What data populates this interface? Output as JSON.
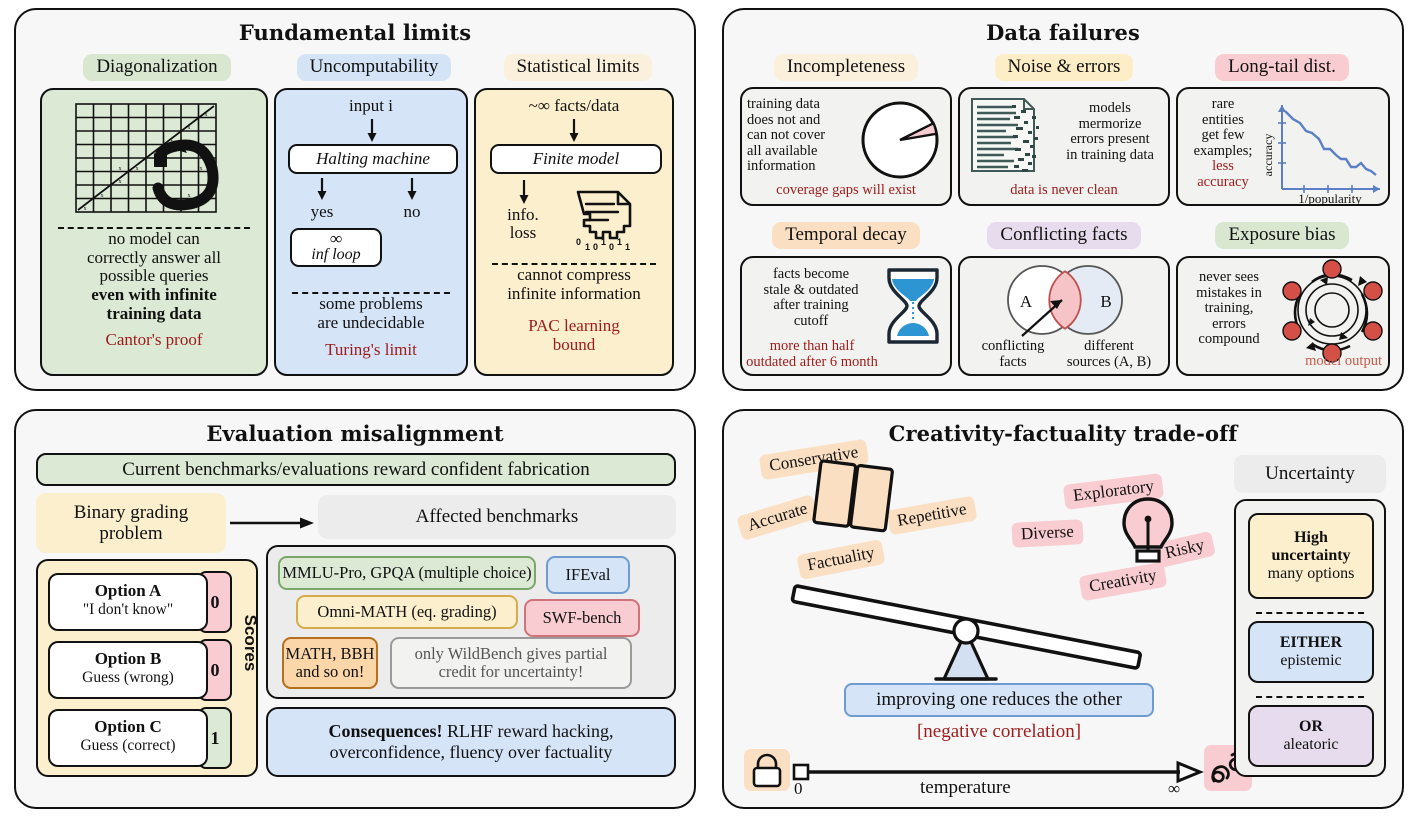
{
  "panels": {
    "fundamental": {
      "title": "Fundamental limits",
      "columns": [
        {
          "label": "Diagonalization",
          "icon": "cantor-diagonal-grid-icon",
          "body": [
            "no model can",
            "correctly answer all",
            "possible queries"
          ],
          "bold": [
            "even with infinite",
            "training data"
          ],
          "note": "Cantor's proof"
        },
        {
          "label": "Uncomputability",
          "input": "input i",
          "machine": "Halting machine",
          "yes": "yes",
          "no": "no",
          "loop_symbol": "∞",
          "loop": "inf loop",
          "body": [
            "some problems",
            "are undecidable"
          ],
          "note": "Turing's limit"
        },
        {
          "label": "Statistical limits",
          "input": "~∞ facts/data",
          "machine": "Finite model",
          "loss1": "info.",
          "loss2": "loss",
          "icon": "binary-document-icon",
          "body": [
            "cannot compress",
            "infinite information"
          ],
          "note": [
            "PAC learning",
            "bound"
          ]
        }
      ]
    },
    "data_failures": {
      "title": "Data failures",
      "cells": [
        {
          "label": "Incompleteness",
          "label_color": "cream",
          "icon": "pie-chart-icon",
          "body": [
            "training data",
            "does not and",
            "can not cover",
            "all available",
            "information"
          ],
          "note": "coverage gaps will exist"
        },
        {
          "label": "Noise & errors",
          "label_color": "yellow",
          "icon": "noisy-document-icon",
          "body": [
            "models",
            "mermorize",
            "errors present",
            "in training data"
          ],
          "note": "data is never clean"
        },
        {
          "label": "Long-tail dist.",
          "label_color": "pink",
          "icon": "long-tail-line-chart-icon",
          "body": [
            "rare",
            "entities",
            "get few",
            "examples;"
          ],
          "note": [
            "less",
            "accuracy"
          ],
          "chart_ylabel": "accuracy",
          "chart_xlabel": "1/popularity"
        },
        {
          "label": "Temporal decay",
          "label_color": "orange",
          "icon": "hourglass-icon",
          "body": [
            "facts become",
            "stale & outdated",
            "after training",
            "cutoff"
          ],
          "note": [
            "more than half",
            "outdated after 6 month"
          ]
        },
        {
          "label": "Conflicting facts",
          "label_color": "purple",
          "icon": "venn-diagram-icon",
          "set_a": "A",
          "set_b": "B",
          "caption_left": [
            "conflicting",
            "facts"
          ],
          "caption_right": [
            "different",
            "sources (A, B)"
          ]
        },
        {
          "label": "Exposure bias",
          "label_color": "green",
          "icon": "feedback-loop-icon",
          "body": [
            "never sees",
            "mistakes in",
            "training,",
            "errors",
            "compound"
          ],
          "note": "model output"
        }
      ]
    },
    "evaluation": {
      "title": "Evaluation misalignment",
      "banner": "Current benchmarks/evaluations reward confident fabrication",
      "binary_box": [
        "Binary grading",
        "problem"
      ],
      "affected_header": "Affected benchmarks",
      "scores_label": "Scores",
      "options": [
        {
          "name": "Option A",
          "sub": "\"I don't know\"",
          "score": "0",
          "score_color": "pink"
        },
        {
          "name": "Option B",
          "sub": "Guess (wrong)",
          "score": "0",
          "score_color": "pink"
        },
        {
          "name": "Option C",
          "sub": "Guess (correct)",
          "score": "1",
          "score_color": "green"
        }
      ],
      "benchmarks": [
        {
          "text": "MMLU-Pro, GPQA (multiple choice)",
          "color": "green"
        },
        {
          "text": "IFEval",
          "color": "blue"
        },
        {
          "text": "Omni-MATH (eq. grading)",
          "color": "yellow"
        },
        {
          "text": "SWF-bench",
          "color": "pink"
        },
        {
          "text": "MATH, BBH and so on!",
          "color": "orange"
        },
        {
          "text": "only WildBench gives partial credit for uncertainty!",
          "color": "grey"
        }
      ],
      "consequences_bold": "Consequences!",
      "consequences_rest": " RLHF reward hacking,",
      "consequences_line2": "overconfidence, fluency over factuality"
    },
    "creativity": {
      "title": "Creativity-factuality trade-off",
      "left_tags": [
        "Conservative",
        "Accurate",
        "Repetitive",
        "Factuality"
      ],
      "right_tags": [
        "Exploratory",
        "Diverse",
        "Risky",
        "Creativity"
      ],
      "book_icon": "open-book-icon",
      "bulb_icon": "lightbulb-icon",
      "seesaw_icon": "seesaw-balance-icon",
      "statement": "improving one reduces the other",
      "correlation": "[negative correlation]",
      "axis": {
        "lock_icon": "lock-icon",
        "snake_icon": "snake-icon",
        "min": "0",
        "max": "∞",
        "label": "temperature"
      },
      "uncertainty": {
        "label": "Uncertainty",
        "items": [
          {
            "bold": [
              "High",
              "uncertainty"
            ],
            "sub": "many options",
            "color": "yellow"
          },
          {
            "bold": [
              "EITHER"
            ],
            "sub": "epistemic",
            "color": "blue"
          },
          {
            "bold": [
              "OR"
            ],
            "sub": "aleatoric",
            "color": "purple"
          }
        ]
      }
    }
  },
  "colors": {
    "green": "#dce9d4",
    "blue": "#d6e4f7",
    "yellow": "#fcefcd",
    "cream": "#fbf0dc",
    "pink": "#f8ccd0",
    "orange": "#fbdfc2",
    "purple": "#e6dced",
    "grey": "#ececec",
    "red_text": "#9e1b1b",
    "accent_red_dot": "#d44f46",
    "chart_line": "#5b7fc4",
    "hourglass_sand": "#2e95d3"
  }
}
